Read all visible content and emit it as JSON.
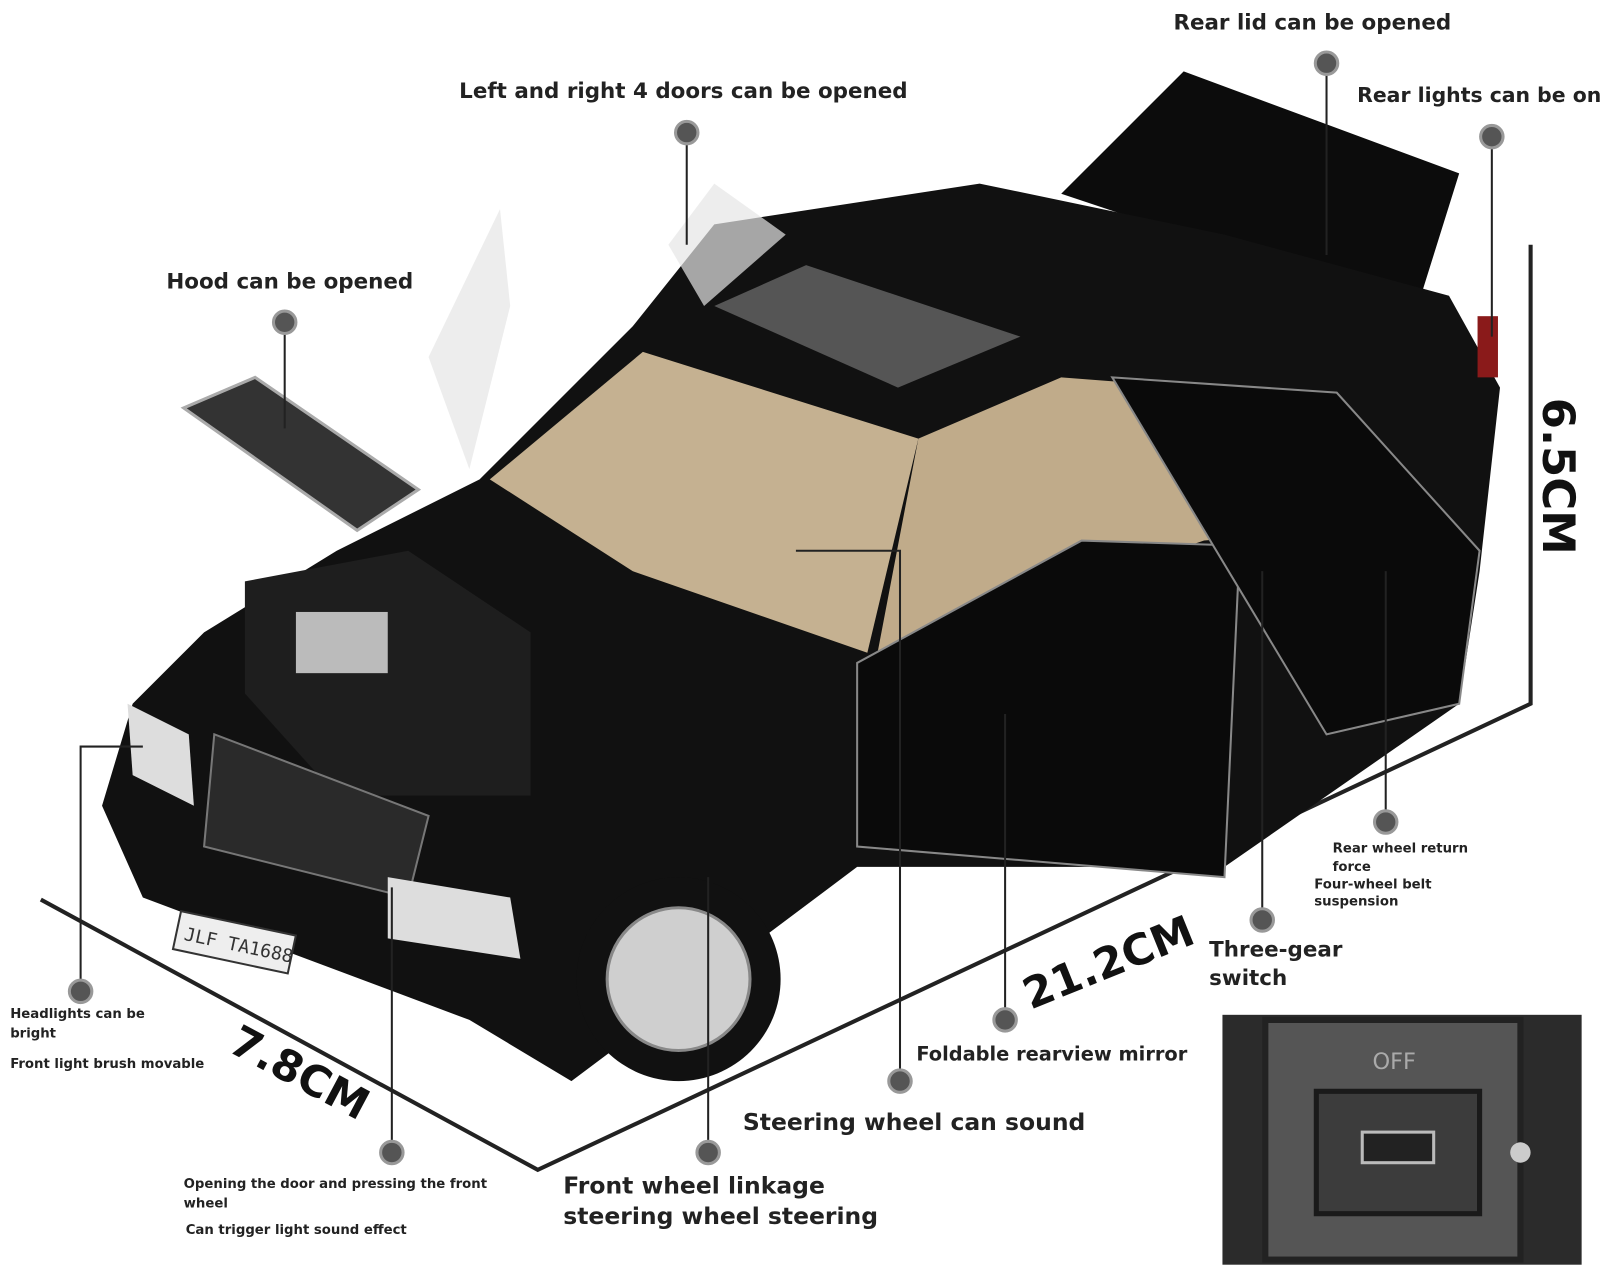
{
  "callouts": {
    "rear_lid": "Rear lid can be opened",
    "doors": "Left and right 4 doors can be opened",
    "rear_lights": "Rear lights can be on",
    "hood": "Hood can be opened",
    "rear_wheel_1": "Rear wheel return",
    "rear_wheel_2": "force",
    "suspension_1": "Four-wheel belt",
    "suspension_2": "suspension",
    "three_gear_1": "Three-gear",
    "three_gear_2": "switch",
    "mirror": "Foldable rearview mirror",
    "steering_sound": "Steering wheel can sound",
    "headlights_1": "Headlights can be",
    "headlights_2": "bright",
    "light_brush": "Front light brush movable",
    "door_press_1": "Opening the door and pressing the front",
    "door_press_2": "wheel",
    "light_sound": "Can trigger light sound effect",
    "front_wheel_1": "Front wheel linkage",
    "front_wheel_2": "steering wheel steering"
  },
  "dimensions": {
    "height": "6.5CM",
    "length": "21.2CM",
    "width": "7.8CM"
  },
  "car": {
    "plate": "JLF TA1688"
  },
  "switch_inset": {
    "label": "OFF"
  }
}
